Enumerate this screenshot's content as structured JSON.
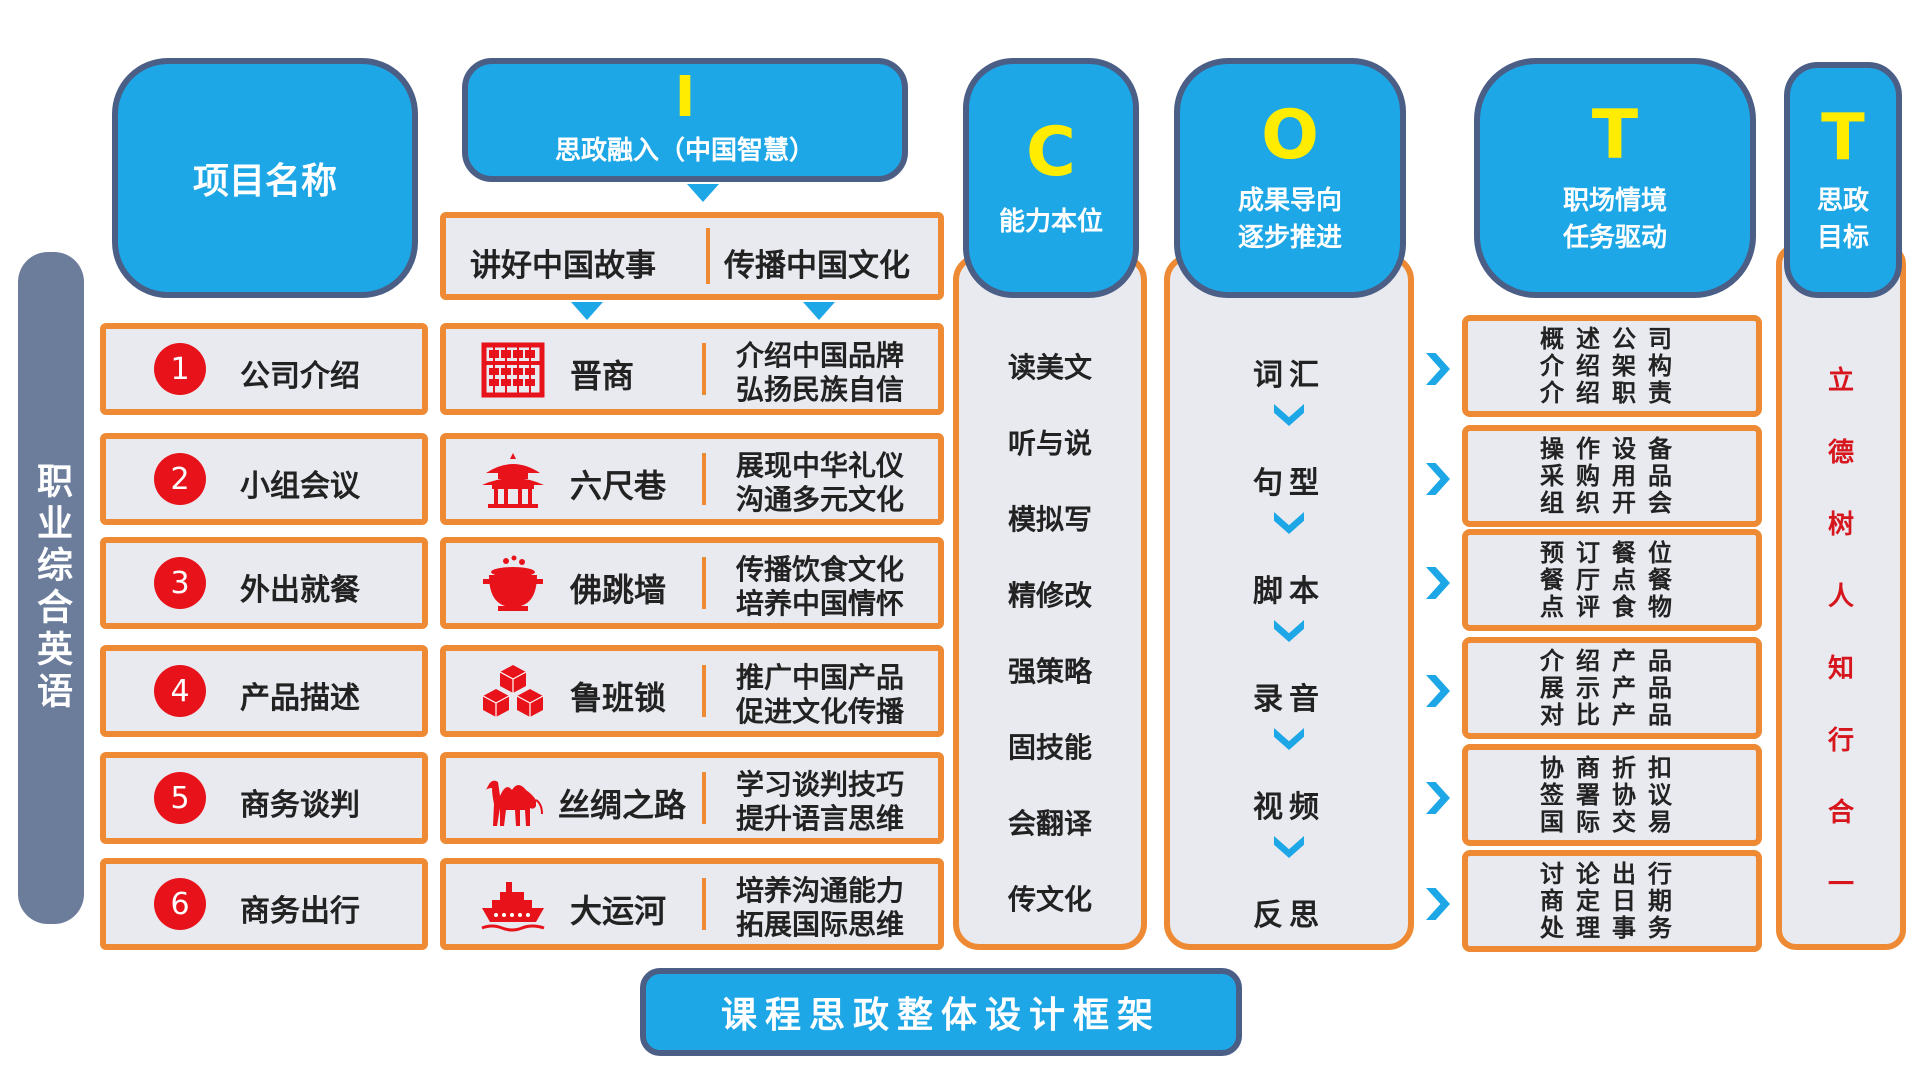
{
  "side_label": "职业综合英语",
  "headers": {
    "project": "项目名称",
    "i_letter": "I",
    "i_text": "思政融入（中国智慧）",
    "c_letter": "C",
    "c_text": "能力本位",
    "o_letter": "O",
    "o_line1": "成果导向",
    "o_line2": "逐步推进",
    "t1_letter": "T",
    "t1_line1": "职场情境",
    "t1_line2": "任务驱动",
    "t2_letter": "T",
    "t2_line1": "思政",
    "t2_line2": "目标"
  },
  "story_bar": {
    "left": "讲好中国故事",
    "right": "传播中国文化"
  },
  "rows": [
    {
      "num": "1",
      "project": "公司介绍",
      "culture": "晋商",
      "icon": "abacus-icon",
      "line1": "介绍中国品牌",
      "line2": "弘扬民族自信",
      "tasks": [
        "概述公司",
        "介绍架构",
        "介绍职责"
      ]
    },
    {
      "num": "2",
      "project": "小组会议",
      "culture": "六尺巷",
      "icon": "pavilion-icon",
      "line1": "展现中华礼仪",
      "line2": "沟通多元文化",
      "tasks": [
        "操作设备",
        "采购用品",
        "组织开会"
      ]
    },
    {
      "num": "3",
      "project": "外出就餐",
      "culture": "佛跳墙",
      "icon": "cooking-pot-icon",
      "line1": "传播饮食文化",
      "line2": "培养中国情怀",
      "tasks": [
        "预订餐位",
        "餐厅点餐",
        "点评食物"
      ]
    },
    {
      "num": "4",
      "project": "产品描述",
      "culture": "鲁班锁",
      "icon": "luban-lock-icon",
      "line1": "推广中国产品",
      "line2": "促进文化传播",
      "tasks": [
        "介绍产品",
        "展示产品",
        "对比产品"
      ]
    },
    {
      "num": "5",
      "project": "商务谈判",
      "culture": "丝绸之路",
      "icon": "camel-icon",
      "line1": "学习谈判技巧",
      "line2": "提升语言思维",
      "tasks": [
        "协商折扣",
        "签署协议",
        "国际交易"
      ]
    },
    {
      "num": "6",
      "project": "商务出行",
      "culture": "大运河",
      "icon": "ship-icon",
      "line1": "培养沟通能力",
      "line2": "拓展国际思维",
      "tasks": [
        "讨论出行",
        "商定日期",
        "处理事务"
      ]
    }
  ],
  "abilities": [
    "读美文",
    "听与说",
    "模拟写",
    "精修改",
    "强策略",
    "固技能",
    "会翻译",
    "传文化"
  ],
  "results": [
    "词汇",
    "句型",
    "脚本",
    "录音",
    "视频",
    "反思"
  ],
  "goal_chars": [
    "立",
    "德",
    "树",
    "人",
    "知",
    "行",
    "合",
    "一"
  ],
  "footer": "课程思政整体设计框架",
  "colors": {
    "blue": "#1ea7e6",
    "navy_border": "#4a5e86",
    "orange": "#ee8a33",
    "yellow": "#ffec00",
    "red": "#e8131a",
    "side_bar": "#6c7d9c"
  }
}
